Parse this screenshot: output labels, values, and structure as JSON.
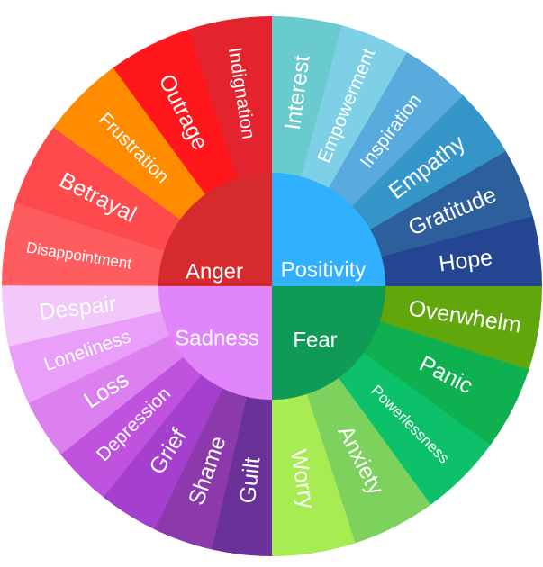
{
  "emotion_wheel": {
    "groups": [
      {
        "name": "Anger",
        "color": "#d62a2e",
        "emotions": [
          {
            "label": "Disappointment",
            "color": "#ff5c5f"
          },
          {
            "label": "Betrayal",
            "color": "#ff4a4d"
          },
          {
            "label": "Frustration",
            "color": "#ff8b00"
          },
          {
            "label": "Outrage",
            "color": "#ff171c"
          },
          {
            "label": "Indignation",
            "color": "#e3232e"
          }
        ]
      },
      {
        "name": "Positivity",
        "color": "#2fb1ff",
        "emotions": [
          {
            "label": "Interest",
            "color": "#69cbcd"
          },
          {
            "label": "Empowerment",
            "color": "#7dd0e6"
          },
          {
            "label": "Inspiration",
            "color": "#59aadd"
          },
          {
            "label": "Empathy",
            "color": "#3496c8"
          },
          {
            "label": "Gratitude",
            "color": "#2d5f9c"
          },
          {
            "label": "Hope",
            "color": "#244592"
          }
        ]
      },
      {
        "name": "Fear",
        "color": "#0f9a55",
        "emotions": [
          {
            "label": "Overwhelm",
            "color": "#61a70c"
          },
          {
            "label": "Panic",
            "color": "#0fb04f"
          },
          {
            "label": "Powerlessness",
            "color": "#0dc16a"
          },
          {
            "label": "Anxiety",
            "color": "#7cd25c"
          },
          {
            "label": "Worry",
            "color": "#a8ec54"
          }
        ]
      },
      {
        "name": "Sadness",
        "color": "#e185fa",
        "emotions": [
          {
            "label": "Guilt",
            "color": "#6a3199"
          },
          {
            "label": "Shame",
            "color": "#8c3aab"
          },
          {
            "label": "Grief",
            "color": "#a53fce"
          },
          {
            "label": "Depression",
            "color": "#c053de"
          },
          {
            "label": "Loss",
            "color": "#dc80f0"
          },
          {
            "label": "Loneliness",
            "color": "#e99ef9"
          },
          {
            "label": "Despair",
            "color": "#f2c7fa"
          }
        ]
      }
    ]
  }
}
